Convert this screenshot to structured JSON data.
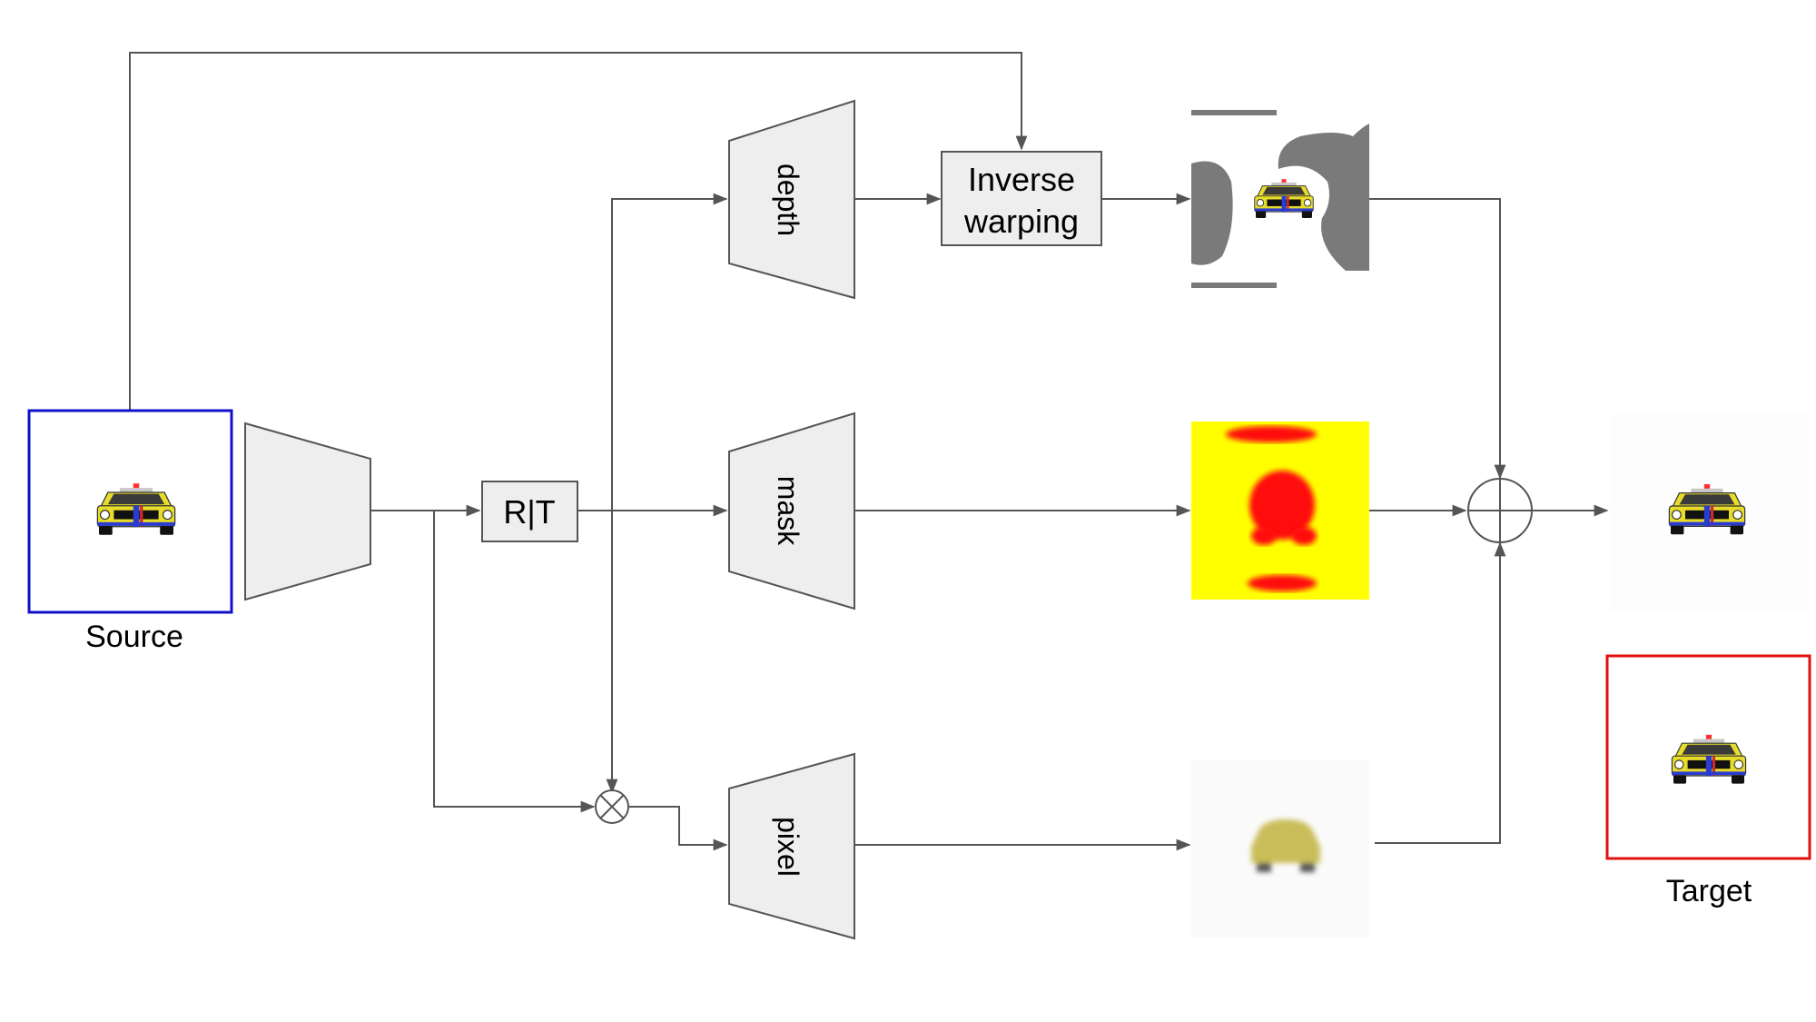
{
  "labels": {
    "source": "Source",
    "target": "Target",
    "rt": "R|T",
    "inverse_line1": "Inverse",
    "inverse_line2": "warping",
    "depth": "depth",
    "mask": "mask",
    "pixel": "pixel"
  },
  "colors": {
    "source_border": "#1010cc",
    "target_border": "#e01010",
    "line": "#555555",
    "block_fill": "#eeeeee",
    "car_body": "#e8dc2a",
    "mask_bg": "#ffff00",
    "mask_blob": "#ff0a0a",
    "warp_gray": "#7a7a7a"
  },
  "icons": {
    "multiply": "circled-times-icon",
    "add": "circled-plus-icon"
  }
}
